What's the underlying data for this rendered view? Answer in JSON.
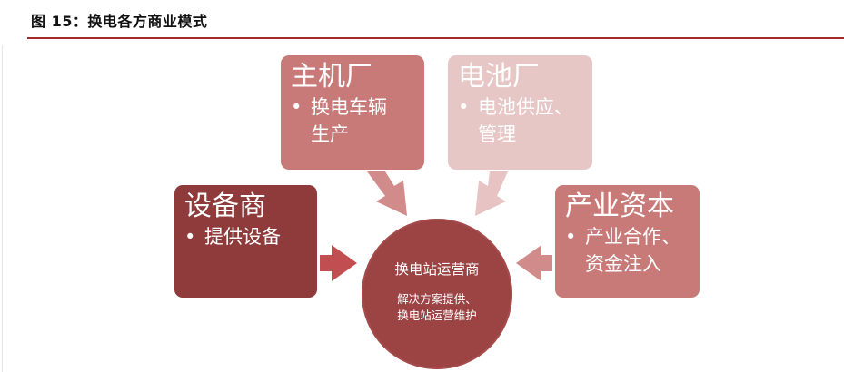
{
  "figure": {
    "title": "图 15：换电各方商业模式"
  },
  "nodes": {
    "manufacturer": {
      "heading": "主机厂",
      "bullet_lines": [
        "换电车辆",
        "生产"
      ]
    },
    "battery": {
      "heading": "电池厂",
      "bullet_lines": [
        "电池供应、",
        "管理"
      ]
    },
    "equipment": {
      "heading": "设备商",
      "bullet_lines": [
        "提供设备"
      ]
    },
    "capital": {
      "heading": "产业资本",
      "bullet_lines": [
        "产业合作、",
        "资金注入"
      ]
    },
    "center": {
      "title": "换电站运营商",
      "lines": [
        "解决方案提供、",
        "换电站运营维护"
      ]
    }
  },
  "colors": {
    "dark_red": "#8f3b3b",
    "mid_red": "#c87a79",
    "light_pink": "#e7c6c6",
    "center": "#9c4344",
    "rule": "#a52a2a"
  }
}
